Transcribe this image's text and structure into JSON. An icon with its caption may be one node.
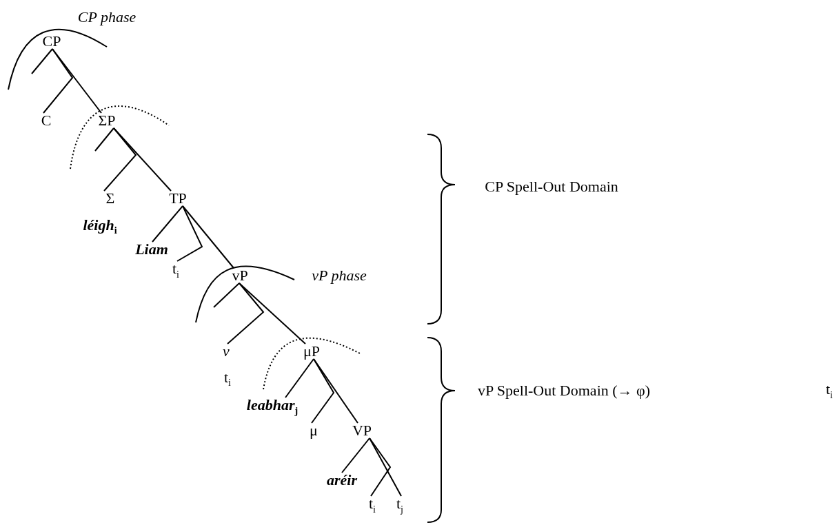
{
  "diagram": {
    "nodes": [
      {
        "text": [
          "CP"
        ]
      },
      {
        "text": [
          "C"
        ]
      },
      {
        "text": [
          "ΣP"
        ]
      },
      {
        "text": [
          "Σ",
          "léigh$_{i}$"
        ]
      },
      {
        "text": [
          "TP"
        ]
      },
      {
        "text": [
          "Liam"
        ]
      },
      {
        "text": [
          "t$_{i}$"
        ]
      },
      {
        "text": [
          "vP"
        ]
      },
      {
        "text": [
          "v",
          "t$_{i}$"
        ]
      },
      {
        "text": [
          "μP"
        ]
      },
      {
        "text": [
          "leabhar$_{j}$"
        ]
      },
      {
        "text": [
          "μ"
        ]
      },
      {
        "text": [
          "VP"
        ]
      },
      {
        "text": [
          "aréir"
        ]
      },
      {
        "text": [
          "t$_{i}$"
        ]
      },
      {
        "text": [
          "t$_{j}$"
        ]
      }
    ],
    "edges": [
      {
        "from": 0,
        "to": null,
        "arrow": "none"
      },
      {
        "from": 0,
        "to": 1,
        "arrow": "none"
      },
      {
        "from": 0,
        "to": 2,
        "arrow": "none"
      },
      {
        "from": 2,
        "to": null,
        "arrow": "none"
      },
      {
        "from": 2,
        "to": 3,
        "arrow": "none"
      },
      {
        "from": 2,
        "to": 4,
        "arrow": "none"
      },
      {
        "from": 4,
        "to": 5,
        "arrow": "none"
      },
      {
        "from": 4,
        "to": 6,
        "arrow": "none"
      },
      {
        "from": 4,
        "to": 7,
        "arrow": "none"
      },
      {
        "from": 7,
        "to": null,
        "arrow": "none"
      },
      {
        "from": 7,
        "to": 8,
        "arrow": "none"
      },
      {
        "from": 7,
        "to": 9,
        "arrow": "none"
      },
      {
        "from": 9,
        "to": 10,
        "arrow": "none"
      },
      {
        "from": 9,
        "to": 11,
        "arrow": "none"
      },
      {
        "from": 9,
        "to": 12,
        "arrow": "none"
      },
      {
        "from": 12,
        "to": 13,
        "arrow": "none"
      },
      {
        "from": 12,
        "to": 14,
        "arrow": "none"
      },
      {
        "from": 12,
        "to": 15,
        "arrow": "none"
      }
    ],
    "labels": [
      "CP phase",
      "CP Spell-Out Domain",
      "vP phase",
      "vP Spell-Out Domain (→ φ)",
      "t$_{i}$"
    ]
  }
}
